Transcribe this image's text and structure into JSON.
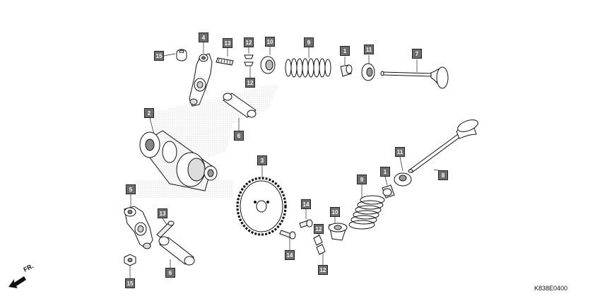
{
  "diagram": {
    "callouts": [
      "15",
      "4",
      "13",
      "12",
      "12",
      "10",
      "9",
      "1",
      "11",
      "7",
      "2",
      "6",
      "3",
      "11",
      "1",
      "9",
      "8",
      "5",
      "13",
      "14",
      "12",
      "10",
      "14",
      "6",
      "15",
      "12"
    ],
    "direction_label": "FR.",
    "drawing_code": "K838E0400"
  }
}
